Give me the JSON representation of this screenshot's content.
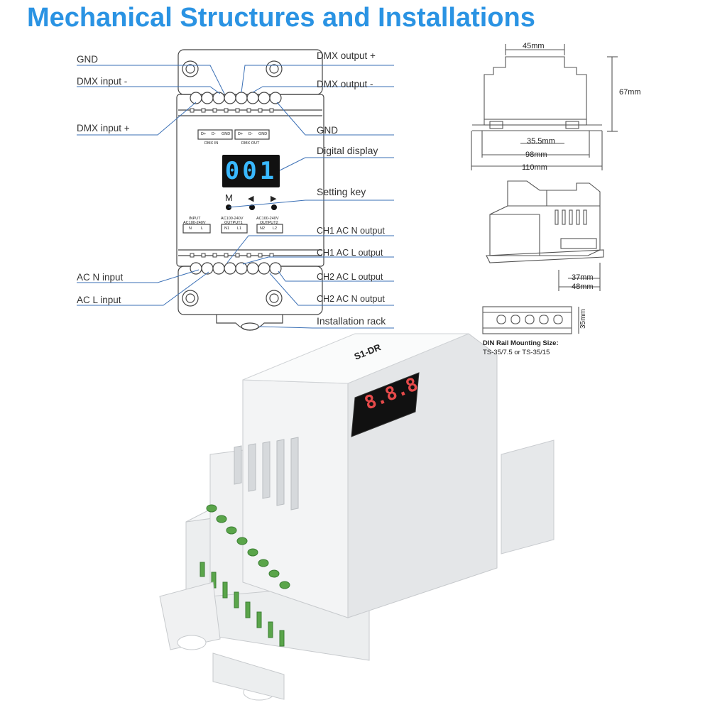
{
  "title": "Mechanical Structures and Installations",
  "left_labels": {
    "gnd": "GND",
    "dmx_in_minus": "DMX input -",
    "dmx_in_plus": "DMX input +",
    "ac_n_in": "AC N input",
    "ac_l_in": "AC L input"
  },
  "right_labels": {
    "dmx_out_plus": "DMX output +",
    "dmx_out_minus": "DMX output -",
    "gnd": "GND",
    "display": "Digital display",
    "setting_key": "Setting key",
    "ch1_n": "CH1 AC N output",
    "ch1_l": "CH1 AC L output",
    "ch2_l": "CH2 AC L output",
    "ch2_n": "CH2 AC N output",
    "rack": "Installation rack"
  },
  "device_front": {
    "display_value": "001",
    "key_m": "M",
    "key_left": "◀",
    "key_right": "▶",
    "dmx_in_terms": [
      "D+",
      "D-",
      "GND"
    ],
    "dmx_out_terms": [
      "D+",
      "D-",
      "GND"
    ],
    "dmx_in_label": "DMX IN",
    "dmx_out_label": "DMX OUT",
    "input_label": "INPUT",
    "input_range": "AC100-240V",
    "input_terms": [
      "N",
      "L"
    ],
    "out1_range": "AC100-240V",
    "out1_label": "OUTPUT1",
    "out1_terms": [
      "N1",
      "L1"
    ],
    "out2_range": "AC100-240V",
    "out2_label": "OUTPUT2",
    "out2_terms": [
      "N2",
      "L2"
    ]
  },
  "dimensions": {
    "width_top": "45mm",
    "height": "67mm",
    "inner": "35.5mm",
    "mid": "98mm",
    "total": "110mm",
    "side_a": "37mm",
    "side_b": "48mm",
    "rail_h": "35mm"
  },
  "din": {
    "line1": "DIN Rail Mounting Size:",
    "line2": "TS-35/7.5 or TS-35/15"
  },
  "product": {
    "model": "S1-DR",
    "display": "8.8.8"
  }
}
